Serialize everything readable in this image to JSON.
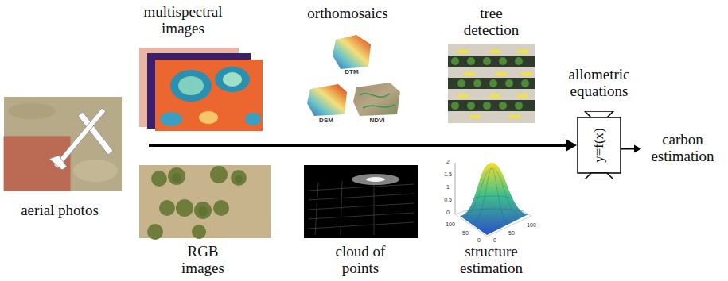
{
  "diagram": {
    "nodes": [
      {
        "text": [
          "aerial photos"
        ]
      },
      {
        "text": [
          "allometric equations",
          "y=f(x)"
        ]
      },
      {
        "text": [
          "carbon estimation"
        ]
      }
    ],
    "edges": [
      {
        "from": 0,
        "to": 1,
        "arrow": "to"
      },
      {
        "from": 1,
        "to": 2,
        "arrow": "to"
      }
    ],
    "labels": [
      "multispectral images",
      "orthomosaics",
      "DTM",
      "DSM",
      "NDVI",
      "tree detection",
      "RGB images",
      "cloud of points",
      "structure estimation",
      "2",
      "1.5",
      "1",
      "0.5",
      "0",
      "100",
      "50",
      "0",
      "0",
      "50",
      "100"
    ]
  }
}
